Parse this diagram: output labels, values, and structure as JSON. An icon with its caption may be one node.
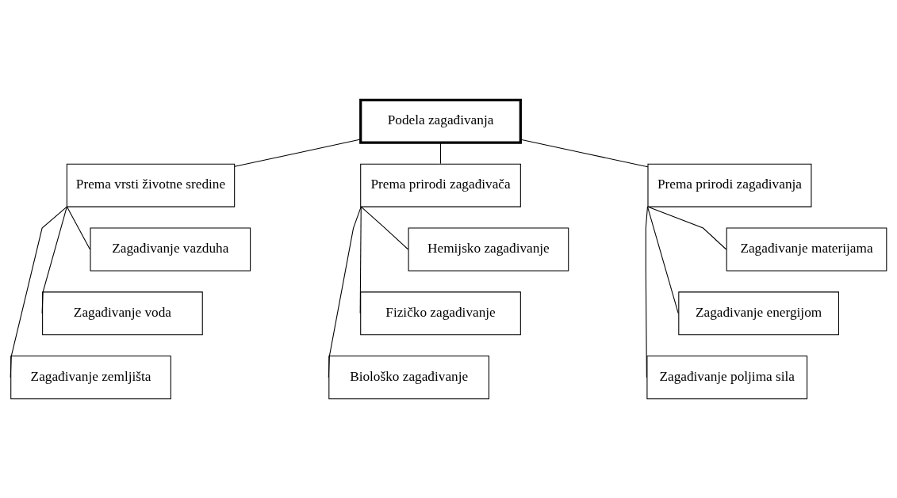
{
  "diagram": {
    "nodes": [
      {
        "text": [
          "Podela zagađivanja"
        ]
      },
      {
        "text": [
          "Prema vrsti životne sredine"
        ]
      },
      {
        "text": [
          "Prema prirodi zagađivača"
        ]
      },
      {
        "text": [
          "Prema prirodi zagađivanja"
        ]
      },
      {
        "text": [
          "Zagađivanje vazduha"
        ]
      },
      {
        "text": [
          "Zagađivanje voda"
        ]
      },
      {
        "text": [
          "Zagađivanje zemljišta"
        ]
      },
      {
        "text": [
          "Hemijsko zagađivanje"
        ]
      },
      {
        "text": [
          "Fizičko zagađivanje"
        ]
      },
      {
        "text": [
          "Biološko zagađivanje"
        ]
      },
      {
        "text": [
          "Zagađivanje materijama"
        ]
      },
      {
        "text": [
          "Zagađivanje energijom"
        ]
      },
      {
        "text": [
          "Zagađivanje poljima sila"
        ]
      }
    ],
    "edges": [
      {
        "from": 0,
        "to": 1,
        "arrow": "none"
      },
      {
        "from": 0,
        "to": 2,
        "arrow": "none"
      },
      {
        "from": 0,
        "to": 3,
        "arrow": "none"
      },
      {
        "from": 1,
        "to": 4,
        "arrow": "none"
      },
      {
        "from": 1,
        "to": 5,
        "arrow": "none"
      },
      {
        "from": 1,
        "to": 6,
        "arrow": "none"
      },
      {
        "from": 2,
        "to": 7,
        "arrow": "none"
      },
      {
        "from": 2,
        "to": 8,
        "arrow": "none"
      },
      {
        "from": 2,
        "to": 9,
        "arrow": "none"
      },
      {
        "from": 3,
        "to": 10,
        "arrow": "none"
      },
      {
        "from": 3,
        "to": 11,
        "arrow": "none"
      },
      {
        "from": 3,
        "to": 12,
        "arrow": "none"
      }
    ]
  }
}
